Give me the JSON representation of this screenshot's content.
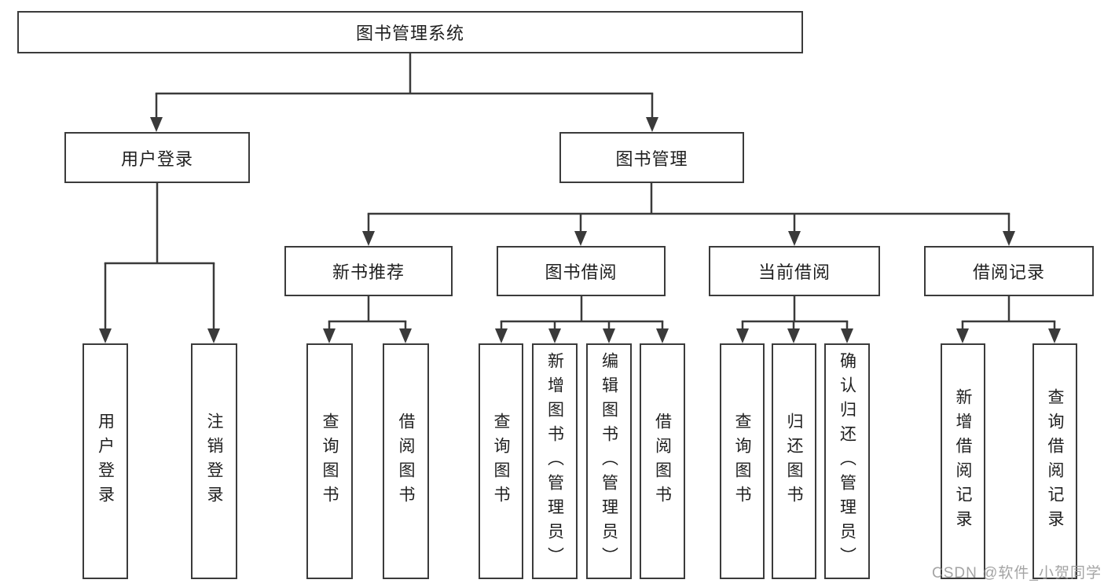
{
  "diagram": {
    "type": "hierarchy-tree",
    "line_color": "#3a3a3a",
    "border_color": "#3b3b3b",
    "text_color": "#1f1f1f",
    "background": "#ffffff",
    "root": {
      "label": "图书管理系统"
    },
    "level2": {
      "user_login": {
        "label": "用户登录"
      },
      "book_management": {
        "label": "图书管理"
      }
    },
    "level3": {
      "new_book_recommend": {
        "label": "新书推荐",
        "parent": "图书管理"
      },
      "book_borrowing": {
        "label": "图书借阅",
        "parent": "图书管理"
      },
      "current_borrowing": {
        "label": "当前借阅",
        "parent": "图书管理"
      },
      "borrowing_records": {
        "label": "借阅记录",
        "parent": "图书管理"
      }
    },
    "level4": {
      "user_login_leaf": {
        "label": "用户登录",
        "parent": "用户登录"
      },
      "logout_leaf": {
        "label": "注销登录",
        "parent": "用户登录"
      },
      "recommend_query_books": {
        "label": "查询图书",
        "parent": "新书推荐"
      },
      "recommend_borrow_books": {
        "label": "借阅图书",
        "parent": "新书推荐"
      },
      "borrowing_query_books": {
        "label": "查询图书",
        "parent": "图书借阅"
      },
      "borrowing_add_books_admin": {
        "label": "新增图书（管理员）",
        "parent": "图书借阅"
      },
      "borrowing_edit_books_admin": {
        "label": "编辑图书（管理员）",
        "parent": "图书借阅"
      },
      "borrowing_borrow_books": {
        "label": "借阅图书",
        "parent": "图书借阅"
      },
      "current_query_books": {
        "label": "查询图书",
        "parent": "当前借阅"
      },
      "current_return_books": {
        "label": "归还图书",
        "parent": "当前借阅"
      },
      "current_confirm_return_admin": {
        "label": "确认归还（管理员）",
        "parent": "当前借阅"
      },
      "records_add_record": {
        "label": "新增借阅记录",
        "parent": "借阅记录"
      },
      "records_query_record": {
        "label": "查询借阅记录",
        "parent": "借阅记录"
      }
    }
  },
  "watermark": {
    "text": "CSDN @软件_小贺同学",
    "color": "#949494"
  }
}
